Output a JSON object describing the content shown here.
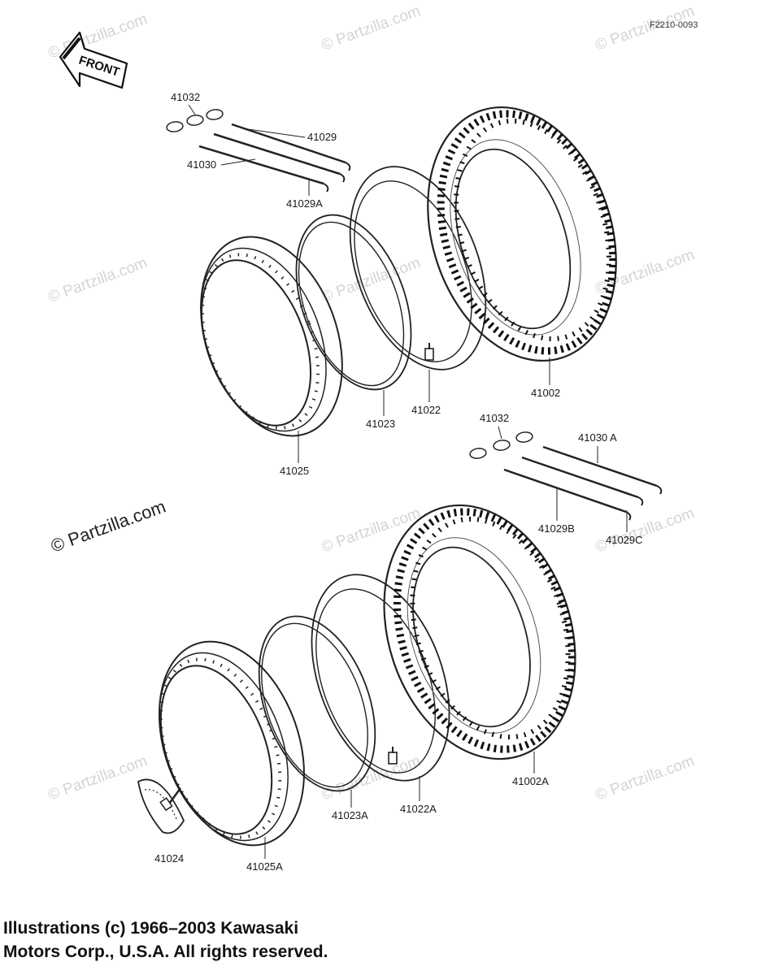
{
  "diagram_code": "F2210-0093",
  "front_label": "FRONT",
  "watermark": "© Partzilla.com",
  "parts": {
    "p41032_top": "41032",
    "p41029": "41029",
    "p41030": "41030",
    "p41029A": "41029A",
    "p41025": "41025",
    "p41023": "41023",
    "p41022": "41022",
    "p41002": "41002",
    "p41032_bottom": "41032",
    "p41030A": "41030 A",
    "p41029B": "41029B",
    "p41029C": "41029C",
    "p41024": "41024",
    "p41025A": "41025A",
    "p41023A": "41023A",
    "p41022A": "41022A",
    "p41002A": "41002A"
  },
  "copyright": {
    "line1": "Illustrations (c) 1966–2003 Kawasaki",
    "line2": "Motors Corp., U.S.A.  All rights reserved."
  }
}
